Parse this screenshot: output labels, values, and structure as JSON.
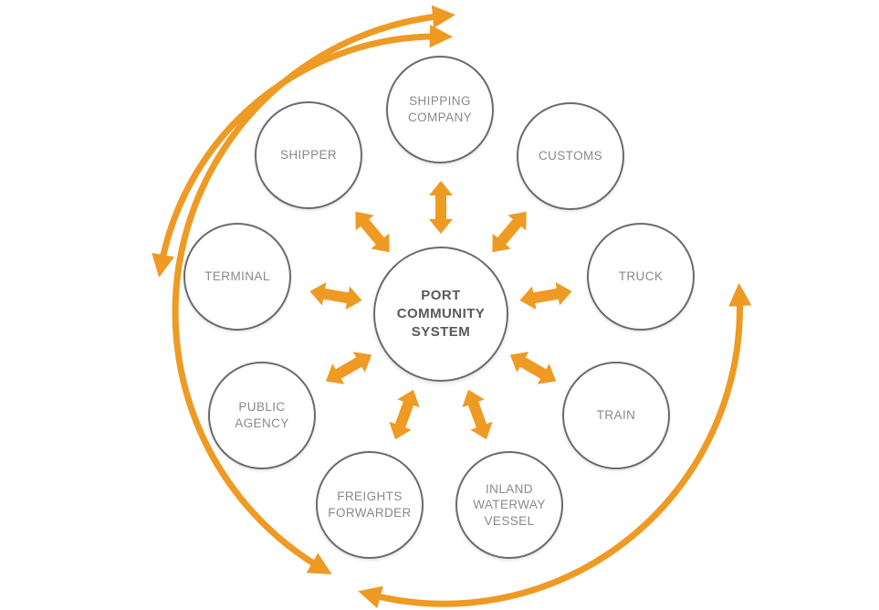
{
  "diagram": {
    "hub": {
      "label": "PORT COMMUNITY SYSTEM"
    },
    "nodes": [
      {
        "label": "SHIPPING COMPANY"
      },
      {
        "label": "CUSTOMS"
      },
      {
        "label": "TRUCK"
      },
      {
        "label": "TRAIN"
      },
      {
        "label": "INLAND WATERWAY VESSEL"
      },
      {
        "label": "FREIGHTS FORWARDER"
      },
      {
        "label": "PUBLIC AGENCY"
      },
      {
        "label": "TERMINAL"
      },
      {
        "label": "SHIPPER"
      }
    ],
    "colors": {
      "arrow_orange": "#EE9A23",
      "circle_border_gray": "#6B6B6B",
      "hub_text_gray": "#595959",
      "node_text_gray": "#8A8A8A"
    }
  }
}
